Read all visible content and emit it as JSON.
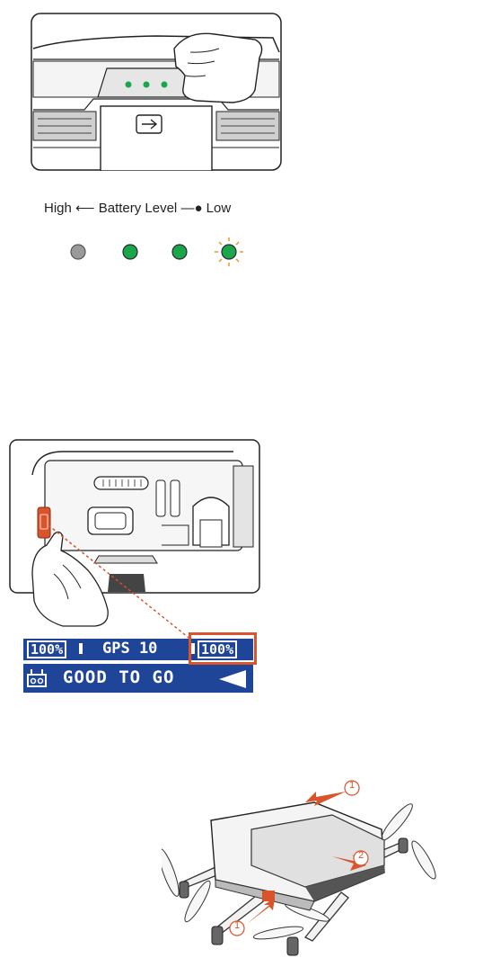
{
  "battery_legend": {
    "high": "High",
    "label": "Battery Level",
    "low": "Low"
  },
  "battery_leds": [
    {
      "state": "off",
      "color": "#9a9a9a"
    },
    {
      "state": "on",
      "color": "#1aa64a"
    },
    {
      "state": "on",
      "color": "#1aa64a"
    },
    {
      "state": "blinking",
      "color": "#1aa64a"
    }
  ],
  "controller_display": {
    "row1": {
      "controller_battery": "100%",
      "gps": "GPS 10",
      "drone_battery": "100%"
    },
    "row2": {
      "status": "GOOD TO GO"
    }
  },
  "insertion_steps": {
    "step1_top": "1",
    "step2": "2",
    "step1_bottom": "1"
  },
  "colors": {
    "lcd_background": "#1e4597",
    "highlight_orange": "#d9532b",
    "led_green": "#1aa64a",
    "led_grey": "#9a9a9a"
  }
}
